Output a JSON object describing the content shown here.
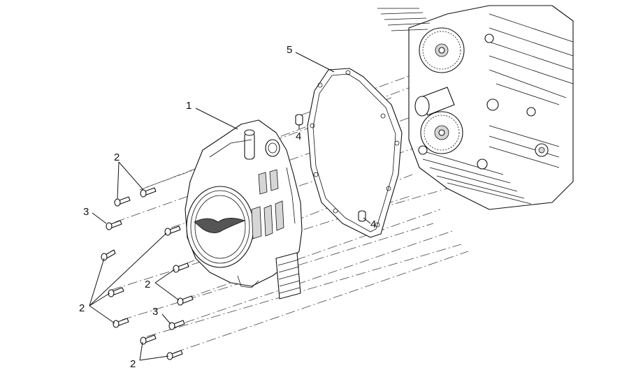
{
  "callouts": {
    "c1": "1",
    "c2a": "2",
    "c2b": "2",
    "c2c": "2",
    "c2d": "2",
    "c3a": "3",
    "c3b": "3",
    "c4a": "4",
    "c4b": "4",
    "c5": "5"
  },
  "colors": {
    "line": "#111111",
    "background": "#ffffff"
  }
}
